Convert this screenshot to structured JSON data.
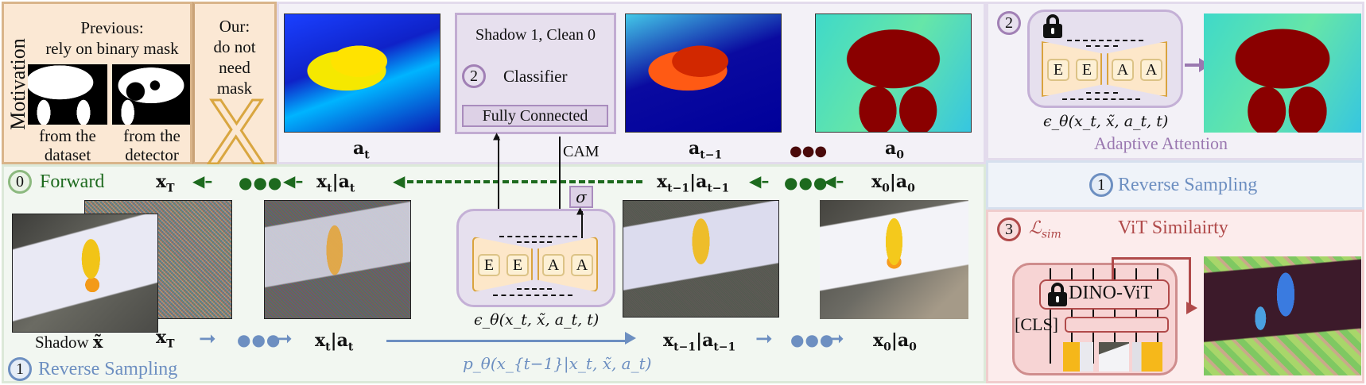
{
  "motivation": {
    "section_label": "Motivation",
    "previous_title": "Previous:",
    "previous_subtitle": "rely on binary mask",
    "mask1_caption_line1": "from the",
    "mask1_caption_line2": "dataset",
    "mask2_caption_line1": "from the",
    "mask2_caption_line2": "detector",
    "our_line1": "Our:",
    "our_line2": "do not",
    "our_line3": "need",
    "our_line4": "mask",
    "x_icon": "X"
  },
  "attention_maps": {
    "a_t": "a",
    "a_t_sub": "t",
    "a_t1": "a",
    "a_t1_sub": "t−1",
    "a_0": "a",
    "a_0_sub": "0",
    "dots": "●●●"
  },
  "classifier": {
    "label_top": "Shadow 1, Clean 0",
    "step_number": "2",
    "title": "Classifier",
    "fc_label": "Fully Connected",
    "cam_label": "CAM",
    "sigma": "σ"
  },
  "forward": {
    "step_number": "0",
    "label": "Forward",
    "nodes": [
      "x_T",
      "x_t|a_t",
      "x_{t-1}|a_{t-1}",
      "x_0|a_0"
    ]
  },
  "reverse": {
    "step_number": "1",
    "label": "Reverse Sampling",
    "shadow_label": "Shadow",
    "shadow_symbol": "x̃",
    "transition_formula": "p_θ(x_{t−1}|x_t, x̃, a_t)"
  },
  "unet": {
    "encoder_blocks": [
      "E",
      "E"
    ],
    "decoder_blocks": [
      "A",
      "A"
    ],
    "formula": "ϵ_θ(x_t, x̃, a_t, t)"
  },
  "adaptive_attention": {
    "step_number": "2",
    "title": "Adaptive Attention",
    "formula": "ϵ_θ(x_t, x̃, a_t, t)"
  },
  "reverse_right": {
    "step_number": "1",
    "label": "Reverse Sampling"
  },
  "vit": {
    "step_number": "3",
    "loss_label": "ℒ",
    "loss_sub": "sim",
    "title": "ViT Similairty",
    "model_label": "DINO-ViT",
    "cls_label": "[CLS]"
  },
  "colors": {
    "forward_green": "#1d6a1e",
    "reverse_blue": "#6d8fc1",
    "classifier_purple": "#a98cbd",
    "vit_red": "#b04a4a",
    "motivation_orange": "#d9b48a"
  }
}
